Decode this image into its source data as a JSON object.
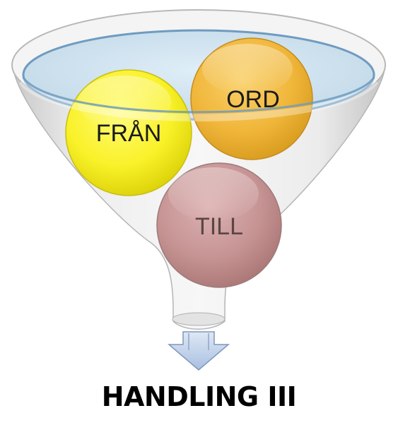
{
  "funnel": {
    "items": [
      {
        "label": "FRÅN",
        "color": "#f7f01e",
        "text_color": "#1a1a1a"
      },
      {
        "label": "ORD",
        "color": "#f0b63a",
        "text_color": "#1a1a1a"
      },
      {
        "label": "TILL",
        "color": "#c69393",
        "text_color": "#5a4545"
      }
    ],
    "funnel_color": "#e8e8e8",
    "liquid_color": "#d2e4ef",
    "rim_color": "#6f9bc0"
  },
  "arrow": {
    "direction": "down",
    "color": "#b9cbe6"
  },
  "result": {
    "label": "HANDLING III"
  }
}
